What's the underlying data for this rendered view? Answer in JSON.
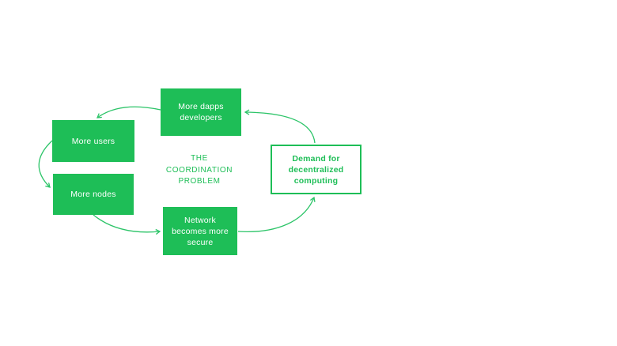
{
  "colors": {
    "box_fill": "#1ebe57",
    "arrow": "#2cc468",
    "box_text": "#ffffff",
    "background": "#ffffff"
  },
  "diagram": {
    "center_label": {
      "line1": "THE",
      "line2": "COORDINATION",
      "line3": "PROBLEM"
    },
    "nodes": {
      "dapps": {
        "label": "More dapps developers"
      },
      "users": {
        "label": "More users"
      },
      "nodes": {
        "label": "More nodes"
      },
      "network": {
        "label": "Network becomes more secure"
      },
      "demand": {
        "label": "Demand for decentralized computing"
      }
    },
    "arrows": [
      "dapps-developers to more-users",
      "more-users to more-nodes",
      "more-nodes to network-secure",
      "network-secure to demand",
      "demand to dapps-developers"
    ]
  }
}
